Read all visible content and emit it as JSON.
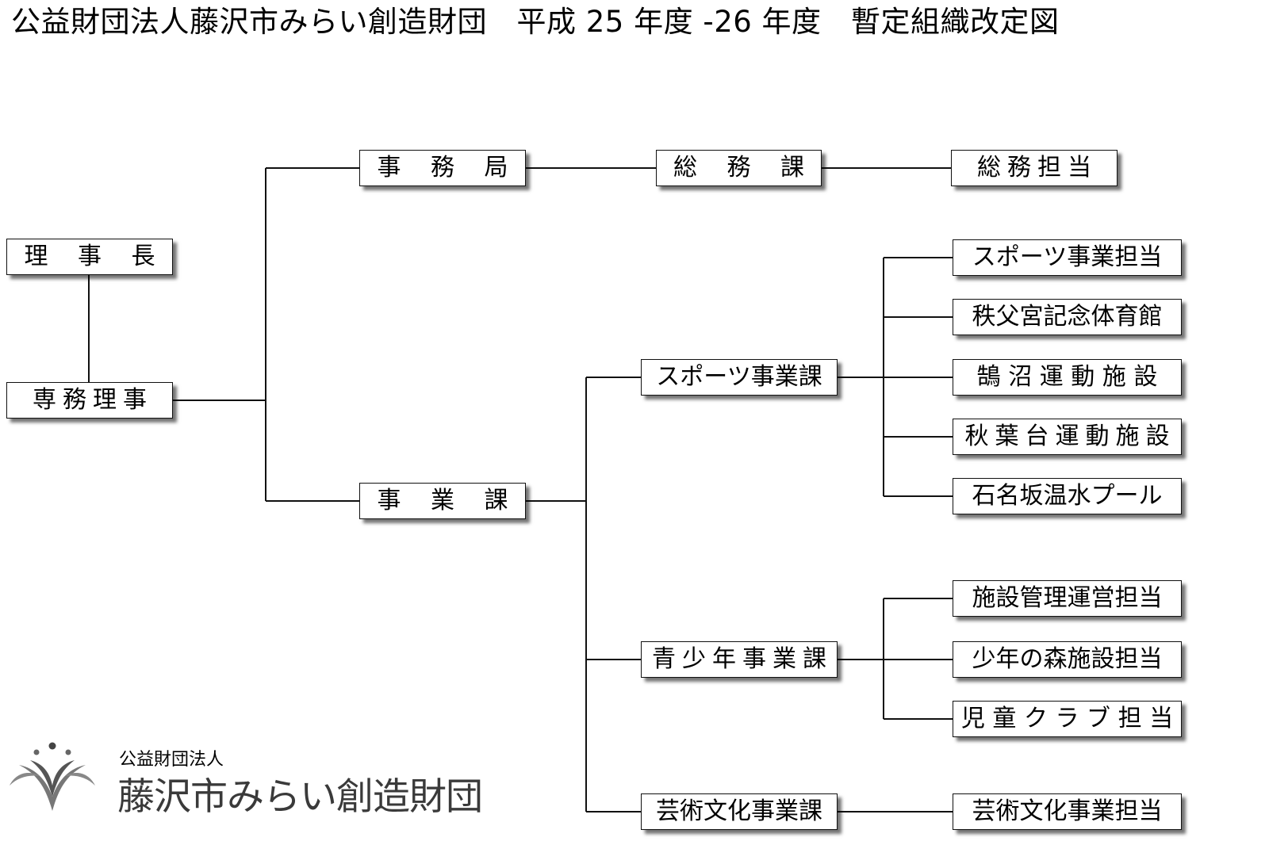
{
  "title": "公益財団法人藤沢市みらい創造財団　平成 25 年度 -26 年度　暫定組織改定図",
  "nodes": {
    "chairman": "理 事 長",
    "managing_director": "専務理事",
    "secretariat": "事 務 局",
    "general_affairs_division": "総 務 課",
    "general_affairs_staff": "総務担当",
    "business_division": "事 業 課",
    "sports_division": "スポーツ事業課",
    "youth_division": "青少年事業課",
    "arts_division": "芸術文化事業課",
    "sports_staff": "スポーツ事業担当",
    "chichibunomiya_gym": "秩父宮記念体育館",
    "kugenuma_facility": "鵠 沼 運 動 施 設",
    "akibadai_facility": "秋葉台運動施設",
    "ishinazaka_pool": "石名坂温水プール",
    "facility_management_staff": "施設管理運営担当",
    "shonen_no_mori_staff": "少年の森施設担当",
    "children_club_staff": "児 童 ク ラ ブ 担 当",
    "arts_staff": "芸術文化事業担当"
  },
  "logo": {
    "small_text": "公益財団法人",
    "name": "藤沢市みらい創造財団",
    "icon": "foundation-emblem-icon"
  },
  "colors": {
    "line": "#111111",
    "box_border": "#111111",
    "shadow": "#7a7a7a"
  }
}
